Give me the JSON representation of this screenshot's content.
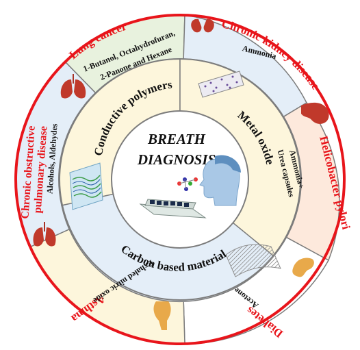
{
  "center": {
    "line1": "BREATH",
    "line2": "DIAGNOSIS"
  },
  "materials": {
    "conductive": "Conductive polymers",
    "metal": "Metal oxide",
    "carbon": "Carbon based material"
  },
  "diseases": {
    "lung": {
      "name": "Lung cancer",
      "markers1": "1-Butanol, Octahydrofuran,",
      "markers2": "2-Panone and Hexane"
    },
    "kidney": {
      "name": "Chronic kidney disease",
      "markers": "Ammonia"
    },
    "pylori": {
      "name": "Helicobacter pylori",
      "markers1": "Ammonia+",
      "markers2": "Urea capsules"
    },
    "diabetes": {
      "name": "Diabetes",
      "markers": "Acetone"
    },
    "asthma": {
      "name": "Asthma",
      "markers": "Exhaled nitric oxide"
    },
    "copd": {
      "name1": "Chronic obstructive",
      "name2": "pulmonary disease",
      "markers": "Alcohols, Aldehydes"
    }
  },
  "colors": {
    "ring_red": "#e8151b",
    "outline": "#7c7c7c",
    "yellow_fill": "#fdf6dc",
    "blue_fill": "#e4eef8",
    "peach_fill": "#fde9dc",
    "green_fill": "#e8f2de",
    "white_fill": "#ffffff"
  }
}
